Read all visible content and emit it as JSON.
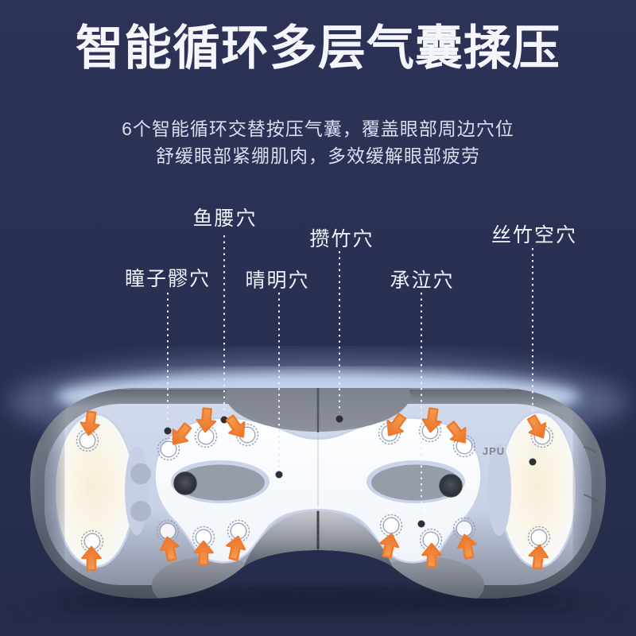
{
  "title": {
    "text": "智能循环多层气囊揉压"
  },
  "subtitle": {
    "line1": "6个智能循环交替按压气囊，覆盖眼部周边穴位",
    "line2": "舒缓眼部紧绷肌肉，多效缓解眼部疲劳"
  },
  "acupoints": [
    {
      "label": "鱼腰穴"
    },
    {
      "label": "攒竹穴"
    },
    {
      "label": "丝竹空穴"
    },
    {
      "label": "瞳子髎穴"
    },
    {
      "label": "晴明穴"
    },
    {
      "label": "承泣穴"
    }
  ],
  "device": {
    "brand_text": "JPU"
  },
  "colors": {
    "background": "#2a3052",
    "title_text": "#f4f6fb",
    "subtitle_text": "#d9dfee",
    "label_text": "#eff2f9",
    "leader_line": "#e8ecf4",
    "accent_arrow": "#ee7a2e",
    "shell_grey": "#8f95a0",
    "airbag_panel": "#c9d3e8",
    "airbag_white": "#fbfcfe",
    "temple_glow": "#f6eed8",
    "rim_glow": "#c3d2f0"
  }
}
